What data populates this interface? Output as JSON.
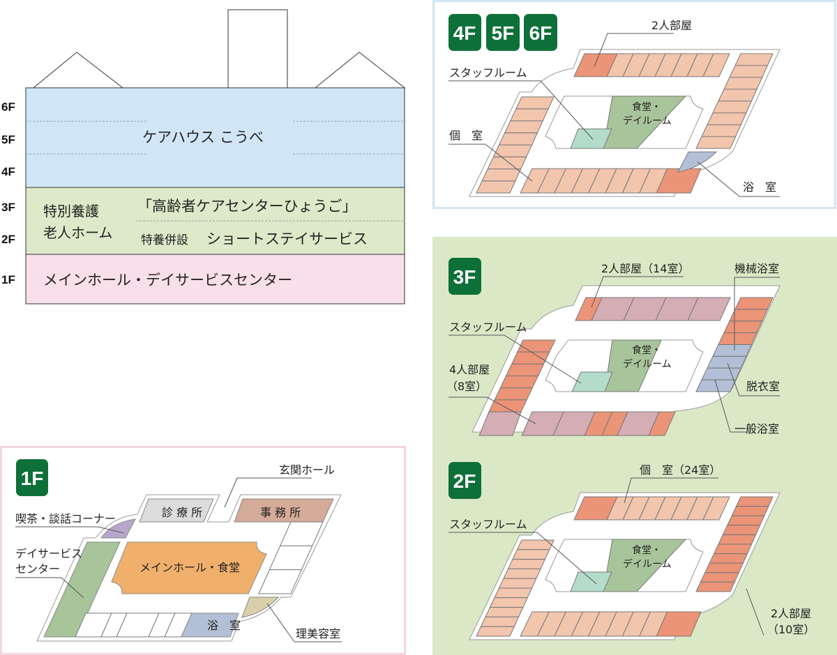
{
  "elevation": {
    "floors": [
      "6F",
      "5F",
      "4F",
      "3F",
      "2F",
      "1F"
    ],
    "carehouse": "ケアハウス こうべ",
    "tokuyo_line1": "特別養護",
    "tokuyo_line2": "老人ホーム",
    "center_name": "「高齢者ケアセンターひょうご」",
    "short_prefix": "特養併設",
    "short_stay": "ショートステイサービス",
    "first_floor": "メインホール・デイサービスセンター"
  },
  "plan_456": {
    "badges": [
      "4F",
      "5F",
      "6F"
    ],
    "double_room": "2人部屋",
    "staff_room": "スタッフルーム",
    "single_room": "個　室",
    "dining_1": "食堂・",
    "dining_2": "デイルーム",
    "bath": "浴　室"
  },
  "plan_3": {
    "badge": "3F",
    "double_room": "2人部屋（14室）",
    "machine_bath": "機械浴室",
    "staff_room": "スタッフルーム",
    "quad_room_1": "4人部屋",
    "quad_room_2": "（8室）",
    "changing_room": "脱衣室",
    "general_bath": "一般浴室",
    "dining_1": "食堂・",
    "dining_2": "デイルーム"
  },
  "plan_2": {
    "badge": "2F",
    "single_room": "個　室（24室）",
    "staff_room": "スタッフルーム",
    "double_room_1": "2人部屋",
    "double_room_2": "（10室）",
    "dining_1": "食堂・",
    "dining_2": "デイルーム"
  },
  "plan_1": {
    "badge": "1F",
    "entrance": "玄関ホール",
    "clinic": "診 療 所",
    "office": "事 務 所",
    "cafe": "喫茶・談話コーナー",
    "day_service_1": "デイサービス",
    "day_service_2": "センター",
    "main_hall": "メインホール・食堂",
    "bath": "浴　室",
    "barber": "理美容室"
  },
  "colors": {
    "badge_green": "#0e7039",
    "carehouse_blue": "#d0e6f7",
    "tokuyo_green": "#dde9c8",
    "first_pink": "#f9dfe9",
    "room_light": "#f2c5ad",
    "room_dark": "#eb9478",
    "room_pink": "#d4adb5",
    "bath_blue": "#b3bfd6",
    "dining_green": "#a8c49a",
    "staff_mint": "#b3dccb",
    "main_hall_orange": "#f0b06c",
    "office_brown": "#d4aa98",
    "clinic_gray": "#dcdcdc",
    "cafe_purple": "#b8a6cc",
    "barber_beige": "#d9cfaa"
  }
}
